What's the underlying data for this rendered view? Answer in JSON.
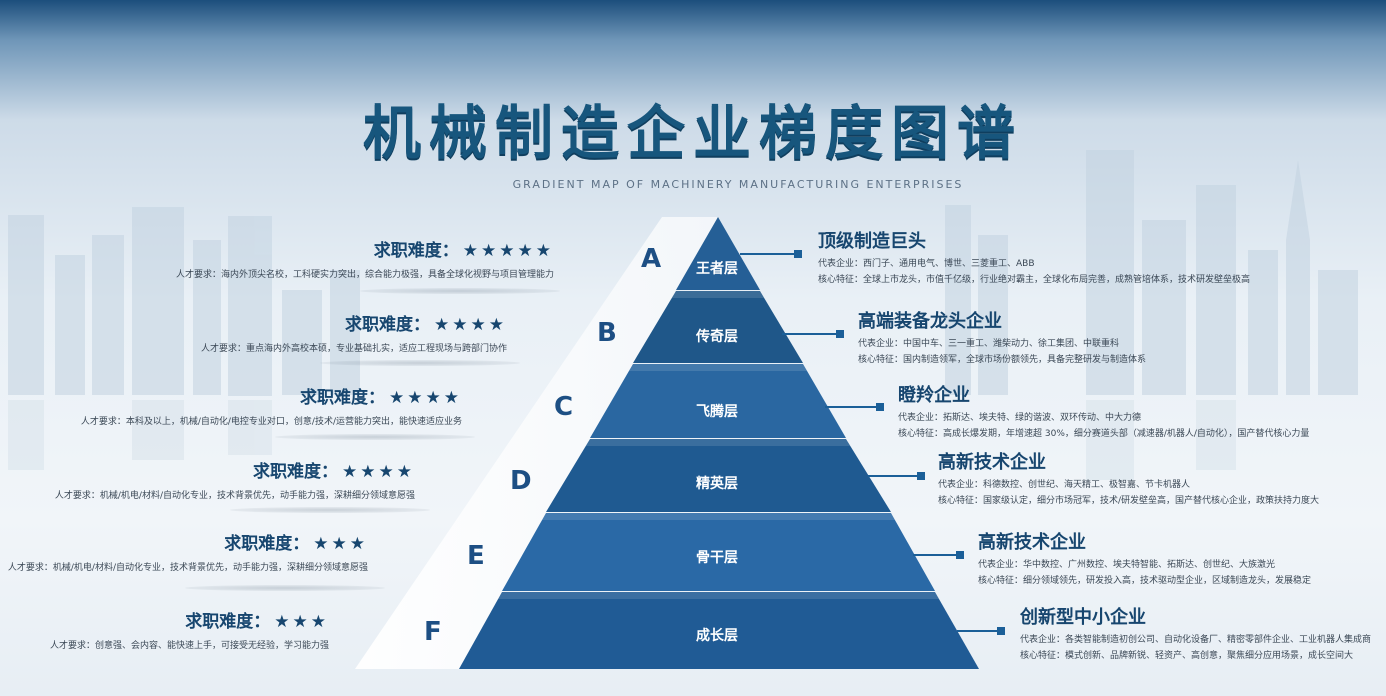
{
  "title": "机械制造企业梯度图谱",
  "subtitle": "GRADIENT MAP OF MACHINERY MANUFACTURING ENTERPRISES",
  "colors": {
    "primary": "#1b5f98",
    "dark": "#17466f",
    "title": "#17567d"
  },
  "levels": [
    {
      "letter": "A",
      "name": "王者层",
      "difficulty_label": "求职难度：",
      "stars": "★★★★★",
      "star_count": 5,
      "requirement": "人才要求：海内外顶尖名校，工科硬实力突出，综合能力极强，具备全球化视野与项目管理能力",
      "category": "顶级制造巨头",
      "representatives": "代表企业：西门子、通用电气、博世、三菱重工、ABB",
      "features": "核心特征：全球上市龙头，市值千亿级，行业绝对霸主，全球化布局完善，成熟管培体系，技术研发壁垒极高"
    },
    {
      "letter": "B",
      "name": "传奇层",
      "difficulty_label": "求职难度：",
      "stars": "★★★★",
      "star_count": 4,
      "requirement": "人才要求：重点海内外高校本硕，专业基础扎实，适应工程现场与跨部门协作",
      "category": "高端装备龙头企业",
      "representatives": "代表企业：中国中车、三一重工、潍柴动力、徐工集团、中联重科",
      "features": "核心特征：国内制造领军，全球市场份额领先，具备完整研发与制造体系"
    },
    {
      "letter": "C",
      "name": "飞腾层",
      "difficulty_label": "求职难度：",
      "stars": "★★★★",
      "star_count": 4,
      "requirement": "人才要求：本科及以上，机械/自动化/电控专业对口，创意/技术/运营能力突出，能快速适应业务",
      "category": "瞪羚企业",
      "representatives": "代表企业：拓斯达、埃夫特、绿的谐波、双环传动、中大力德",
      "features": "核心特征：高成长爆发期，年增速超 30%，细分赛道头部（减速器/机器人/自动化），国产替代核心力量"
    },
    {
      "letter": "D",
      "name": "精英层",
      "difficulty_label": "求职难度：",
      "stars": "★★★★",
      "star_count": 4,
      "requirement": "人才要求：机械/机电/材料/自动化专业，技术背景优先，动手能力强，深耕细分领域意愿强",
      "category": "高新技术企业",
      "representatives": "代表企业：科德数控、创世纪、海天精工、极智嘉、节卡机器人",
      "features": "核心特征：国家级认定，细分市场冠军，技术/研发壁垒高，国产替代核心企业，政策扶持力度大"
    },
    {
      "letter": "E",
      "name": "骨干层",
      "difficulty_label": "求职难度：",
      "stars": "★★★",
      "star_count": 3,
      "requirement": "人才要求：机械/机电/材料/自动化专业，技术背景优先，动手能力强，深耕细分领域意愿强",
      "category": "高新技术企业",
      "representatives": "代表企业：华中数控、广州数控、埃夫特智能、拓斯达、创世纪、大族激光",
      "features": "核心特征：细分领域领先，研发投入高，技术驱动型企业，区域制造龙头，发展稳定"
    },
    {
      "letter": "F",
      "name": "成长层",
      "difficulty_label": "求职难度：",
      "stars": "★★★",
      "star_count": 3,
      "requirement": "人才要求：创意强、会内容、能快速上手，可接受无经验，学习能力强",
      "category": "创新型中小企业",
      "representatives": "代表企业：各类智能制造初创公司、自动化设备厂、精密零部件企业、工业机器人集成商",
      "features": "核心特征：模式创新、品牌新锐、轻资产、高创意，聚焦细分应用场景，成长空间大"
    }
  ]
}
